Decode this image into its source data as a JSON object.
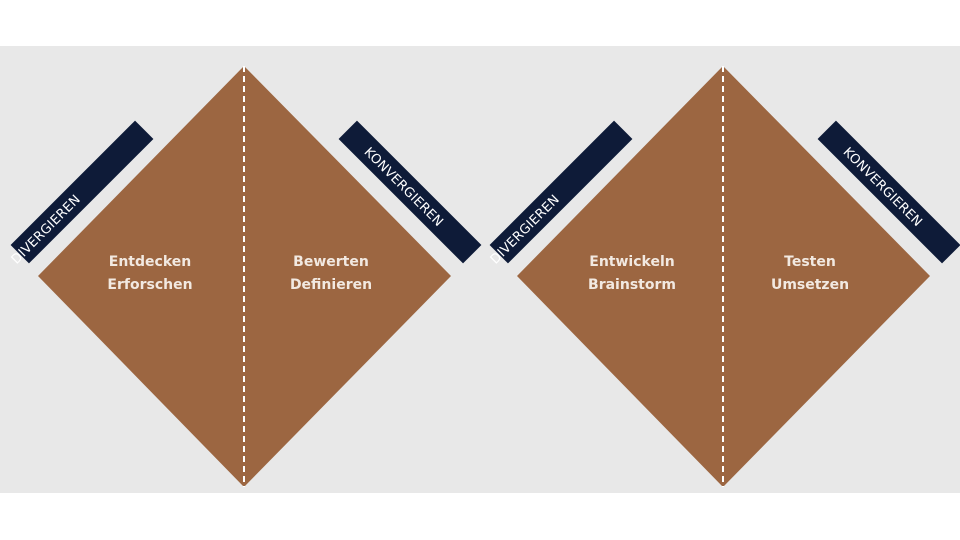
{
  "colors": {
    "background": "#e8e8e8",
    "diamond": "#9c6641",
    "label_bar": "#0e1b38",
    "divider": "#ffffff"
  },
  "diamonds": [
    {
      "left_label": "DIVERGIEREN",
      "right_label": "KONVERGIEREN",
      "left_text": [
        "Entdecken",
        "Erforschen"
      ],
      "right_text": [
        "Bewerten",
        "Definieren"
      ]
    },
    {
      "left_label": "DIVERGIEREN",
      "right_label": "KONVERGIEREN",
      "left_text": [
        "Entwickeln",
        "Brainstorm"
      ],
      "right_text": [
        "Testen",
        "Umsetzen"
      ]
    }
  ]
}
